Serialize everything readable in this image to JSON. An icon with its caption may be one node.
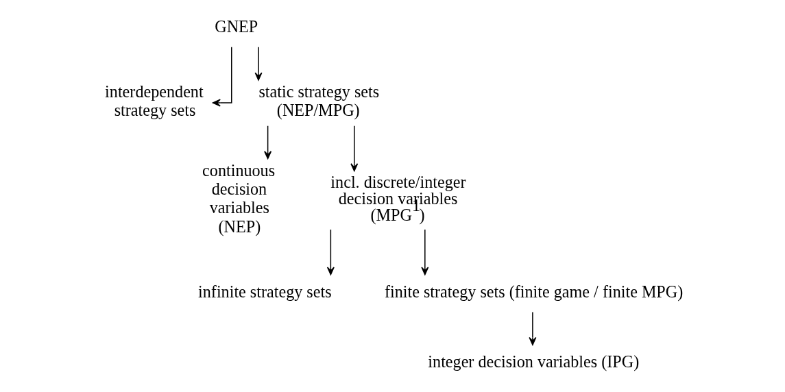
{
  "diagram": {
    "nodes": [
      {
        "text": [
          "GNEP"
        ]
      },
      {
        "text": [
          "interdependent strategy sets"
        ]
      },
      {
        "text": [
          "static strategy sets (NEP/MPG)"
        ]
      },
      {
        "text": [
          "continuous decision variables (NEP)"
        ]
      },
      {
        "text": [
          "incl. discrete/integer decision variables (MPG$^{1}$)"
        ]
      },
      {
        "text": [
          "infinite strategy sets"
        ]
      },
      {
        "text": [
          "finite strategy sets (finite game / finite MPG)"
        ]
      },
      {
        "text": [
          "integer decision variables (IPG)"
        ]
      }
    ],
    "edges": [
      {
        "from": 0,
        "to": 1,
        "arrow": "to"
      },
      {
        "from": 0,
        "to": 2,
        "arrow": "to"
      },
      {
        "from": 2,
        "to": 3,
        "arrow": "to"
      },
      {
        "from": 2,
        "to": 4,
        "arrow": "to"
      },
      {
        "from": 4,
        "to": 5,
        "arrow": "to"
      },
      {
        "from": 4,
        "to": 6,
        "arrow": "to"
      },
      {
        "from": 6,
        "to": 7,
        "arrow": "to"
      }
    ]
  }
}
